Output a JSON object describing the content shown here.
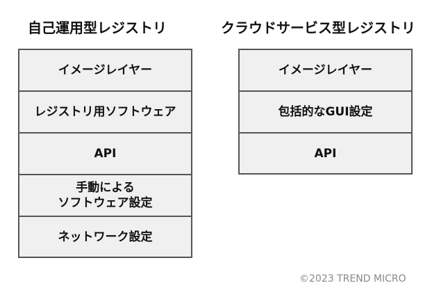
{
  "left": {
    "title": "自己運用型レジストリ",
    "layers": [
      "イメージレイヤー",
      "レジストリ用ソフトウェア",
      "API",
      "手動による\nソフトウェア設定",
      "ネットワーク設定"
    ]
  },
  "right": {
    "title": "クラウドサービス型レジストリ",
    "layers": [
      "イメージレイヤー",
      "包括的なGUI設定",
      "API"
    ]
  },
  "copyright": "©2023 TREND MICRO"
}
